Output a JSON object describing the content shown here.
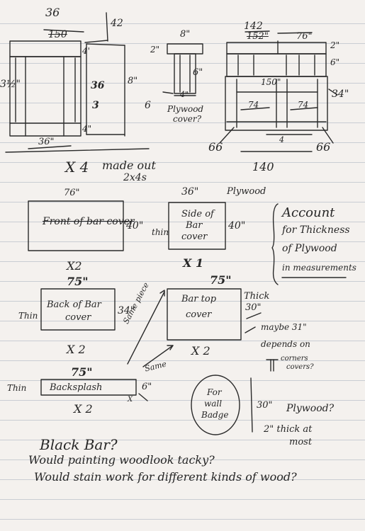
{
  "notes": {
    "top_left": {
      "dim_36": "36",
      "dim_150": "150",
      "dim_42": "42",
      "dim_side": "3½\"",
      "dim_4_top": "4'",
      "dim_4_bottom": "4\"",
      "dim_8": "8\"",
      "dim_6": "6",
      "dim_36_bottom": "36\"",
      "dim_mid": "36",
      "dim_mid_3": "3"
    },
    "post": {
      "dim_8": "8\"",
      "dim_2": "2\"",
      "dim_6": "6\"",
      "dim_4": "4\"",
      "label": "Plywood",
      "label2": "cover?"
    },
    "top_right": {
      "dim_142": "142",
      "dim_152": "152\"",
      "dim_76": "76\"",
      "dim_2": "2\"",
      "dim_6": "6\"",
      "dim_150": "150\"",
      "dim_34": "34\"",
      "dim_74a": "74",
      "dim_74b": "74",
      "dim_4": "4",
      "dim_66a": "66",
      "dim_66b": "66",
      "dim_140": "140"
    },
    "x4": "X 4",
    "made_of": "made out",
    "made_of2": "2x4s",
    "front": {
      "width": "76\"",
      "height": "40\"",
      "label": "Front of bar cover",
      "count": "X2"
    },
    "side": {
      "width": "36\"",
      "height": "40\"",
      "plywood": "Plywood",
      "thin": "thin",
      "label1": "Side of",
      "label2": "Bar",
      "label3": "cover",
      "count": "X 1"
    },
    "account": {
      "l1": "Account",
      "l2": "for Thickness",
      "l3": "of Plywood",
      "l4": "in measurements"
    },
    "back": {
      "width": "75\"",
      "height": "34\"",
      "thin": "Thin",
      "label1": "Back of Bar",
      "label2": "cover",
      "count": "X 2"
    },
    "same_piece": "Same piece",
    "same": "Same",
    "bartop": {
      "width": "75\"",
      "thick": "Thick",
      "height": "30\"",
      "label1": "Bar top",
      "label2": "cover",
      "count": "X 2",
      "maybe": "maybe 31\"",
      "depends": "depends on",
      "corners": "corners",
      "covers": "covers?"
    },
    "backsplash": {
      "width": "75\"",
      "thin": "Thin",
      "label": "Backsplash",
      "height": "6\"",
      "count": "X 2",
      "small": "X"
    },
    "wall": {
      "l1": "For",
      "l2": "wall",
      "l3": "Badge",
      "dim": "30\"",
      "plywood": "Plywood?",
      "thick1": "2\" thick at",
      "thick2": "most"
    },
    "bottom": {
      "line1": "Black Bar?",
      "line2": "Would painting woodlook tacky?",
      "line3": "Would stain work for different kinds of wood?"
    }
  }
}
